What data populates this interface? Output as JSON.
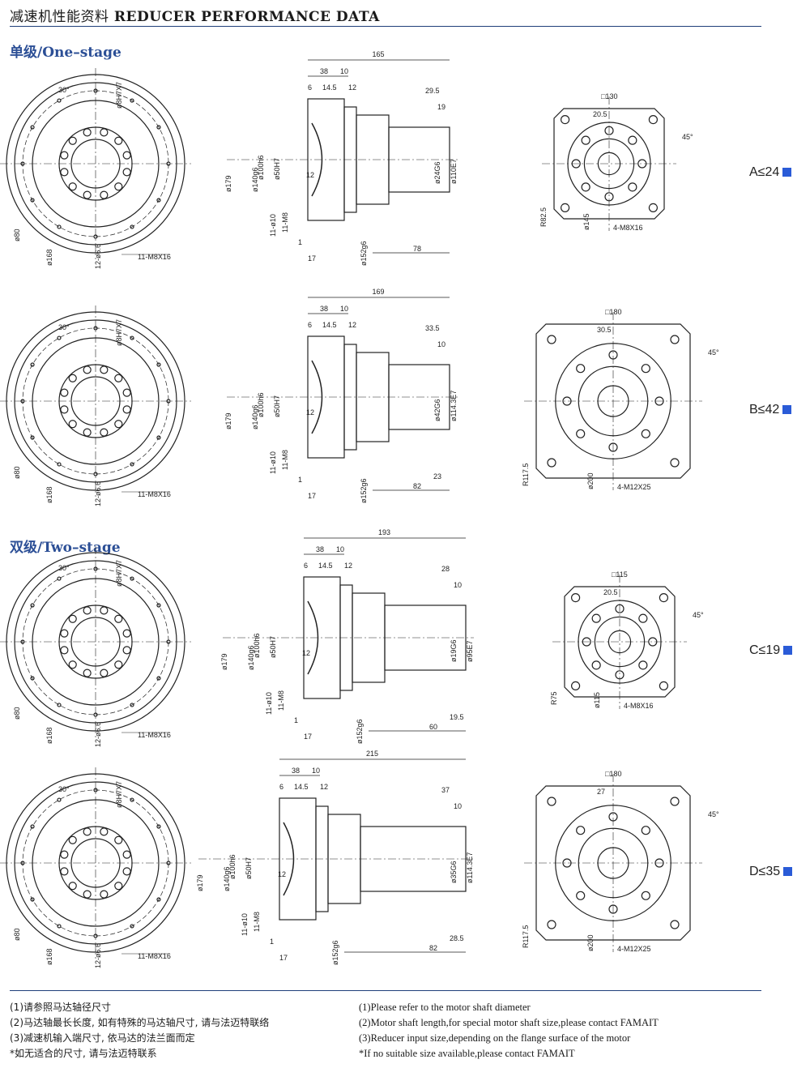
{
  "header": {
    "title_cn": "减速机性能资料",
    "title_en": "REDUCER PERFORMANCE DATA"
  },
  "sections": [
    {
      "cn": "单级",
      "en": "/One–stage"
    },
    {
      "cn": "双级",
      "en": "/Two–stage"
    }
  ],
  "rows": [
    {
      "code": "A≤24",
      "total": "165",
      "d1": "38",
      "d2": "10",
      "d3": "6",
      "d4": "14.5",
      "d5": "12",
      "r1": "29.5",
      "r2": "19",
      "bottom": "78",
      "r3": "",
      "in_d1": "ø24G6",
      "in_d2": "ø110E7",
      "sq": "□130",
      "off": "20.5",
      "bolt": "4-M8X16",
      "pcd": "ø145",
      "rad": "R82.5",
      "ang": "45°",
      "out": "ø179",
      "out2": "ø140g6",
      "out3": "ø100h6",
      "out4": "ø50H7",
      "h1": "12",
      "h2": "11-ø10",
      "h3": "11-M8",
      "h4": "1",
      "h5": "17",
      "fl": "ø152g6",
      "left_t": "11-M8X16",
      "left_a": "30°",
      "left_b": "ø8H7X7",
      "left_c": "ø80",
      "left_d": "ø168",
      "left_e": "12-ø6.6"
    },
    {
      "code": "B≤42",
      "total": "169",
      "d1": "38",
      "d2": "10",
      "d3": "6",
      "d4": "14.5",
      "d5": "12",
      "r1": "33.5",
      "r2": "10",
      "bottom": "82",
      "r3": "23",
      "in_d1": "ø42G6",
      "in_d2": "ø114.3E7",
      "sq": "□180",
      "off": "30.5",
      "bolt": "4-M12X25",
      "pcd": "ø200",
      "rad": "R117.5",
      "ang": "45°",
      "out": "ø179",
      "out2": "ø140g6",
      "out3": "ø100h6",
      "out4": "ø50H7",
      "h1": "12",
      "h2": "11-ø10",
      "h3": "11-M8",
      "h4": "1",
      "h5": "17",
      "fl": "ø152g6",
      "left_t": "11-M8X16",
      "left_a": "30°",
      "left_b": "ø8H7X7",
      "left_c": "ø80",
      "left_d": "ø168",
      "left_e": "12-ø6.6"
    },
    {
      "code": "C≤19",
      "total": "193",
      "d1": "38",
      "d2": "10",
      "d3": "6",
      "d4": "14.5",
      "d5": "12",
      "r1": "28",
      "r2": "10",
      "bottom": "60",
      "r3": "19.5",
      "in_d1": "ø19G6",
      "in_d2": "ø95E7",
      "sq": "□115",
      "off": "20.5",
      "bolt": "4-M8X16",
      "pcd": "ø115",
      "rad": "R75",
      "ang": "45°",
      "out": "ø179",
      "out2": "ø140g6",
      "out3": "ø100h6",
      "out4": "ø50H7",
      "h1": "12",
      "h2": "11-ø10",
      "h3": "11-M8",
      "h4": "1",
      "h5": "17",
      "fl": "ø152g6",
      "left_t": "11-M8X16",
      "left_a": "30°",
      "left_b": "ø8H7X7",
      "left_c": "ø80",
      "left_d": "ø168",
      "left_e": "12-ø6.6"
    },
    {
      "code": "D≤35",
      "total": "215",
      "d1": "38",
      "d2": "10",
      "d3": "6",
      "d4": "14.5",
      "d5": "12",
      "r1": "37",
      "r2": "10",
      "bottom": "82",
      "r3": "28.5",
      "in_d1": "ø35G6",
      "in_d2": "ø114.3E7",
      "sq": "□180",
      "off": "27",
      "bolt": "4-M12X25",
      "pcd": "ø200",
      "rad": "R117.5",
      "ang": "45°",
      "out": "ø179",
      "out2": "ø140g6",
      "out3": "ø100h6",
      "out4": "ø50H7",
      "h1": "12",
      "h2": "11-ø10",
      "h3": "11-M8",
      "h4": "1",
      "h5": "17",
      "fl": "ø152g6",
      "left_t": "11-M8X16",
      "left_a": "30°",
      "left_b": "ø8H7X7",
      "left_c": "ø80",
      "left_d": "ø168",
      "left_e": "12-ø6.6"
    }
  ],
  "notes_cn": [
    "(1)请参照马达轴径尺寸",
    "(2)马达轴最长长度, 如有特殊的马达轴尺寸, 请与法迈特联络",
    "(3)减速机输入端尺寸, 依马达的法兰面而定",
    "*如无适合的尺寸, 请与法迈特联系"
  ],
  "notes_en": [
    "(1)Please refer to the motor shaft diameter",
    "(2)Motor shaft length,for special motor shaft size,please contact FAMAIT",
    "(3)Reducer input size,depending on the flange surface of the motor",
    "*If no suitable size available,please contact FAMAIT"
  ],
  "colors": {
    "accent": "#2c4f96",
    "rule": "#1f3f7a",
    "square": "#2a5bd7"
  }
}
